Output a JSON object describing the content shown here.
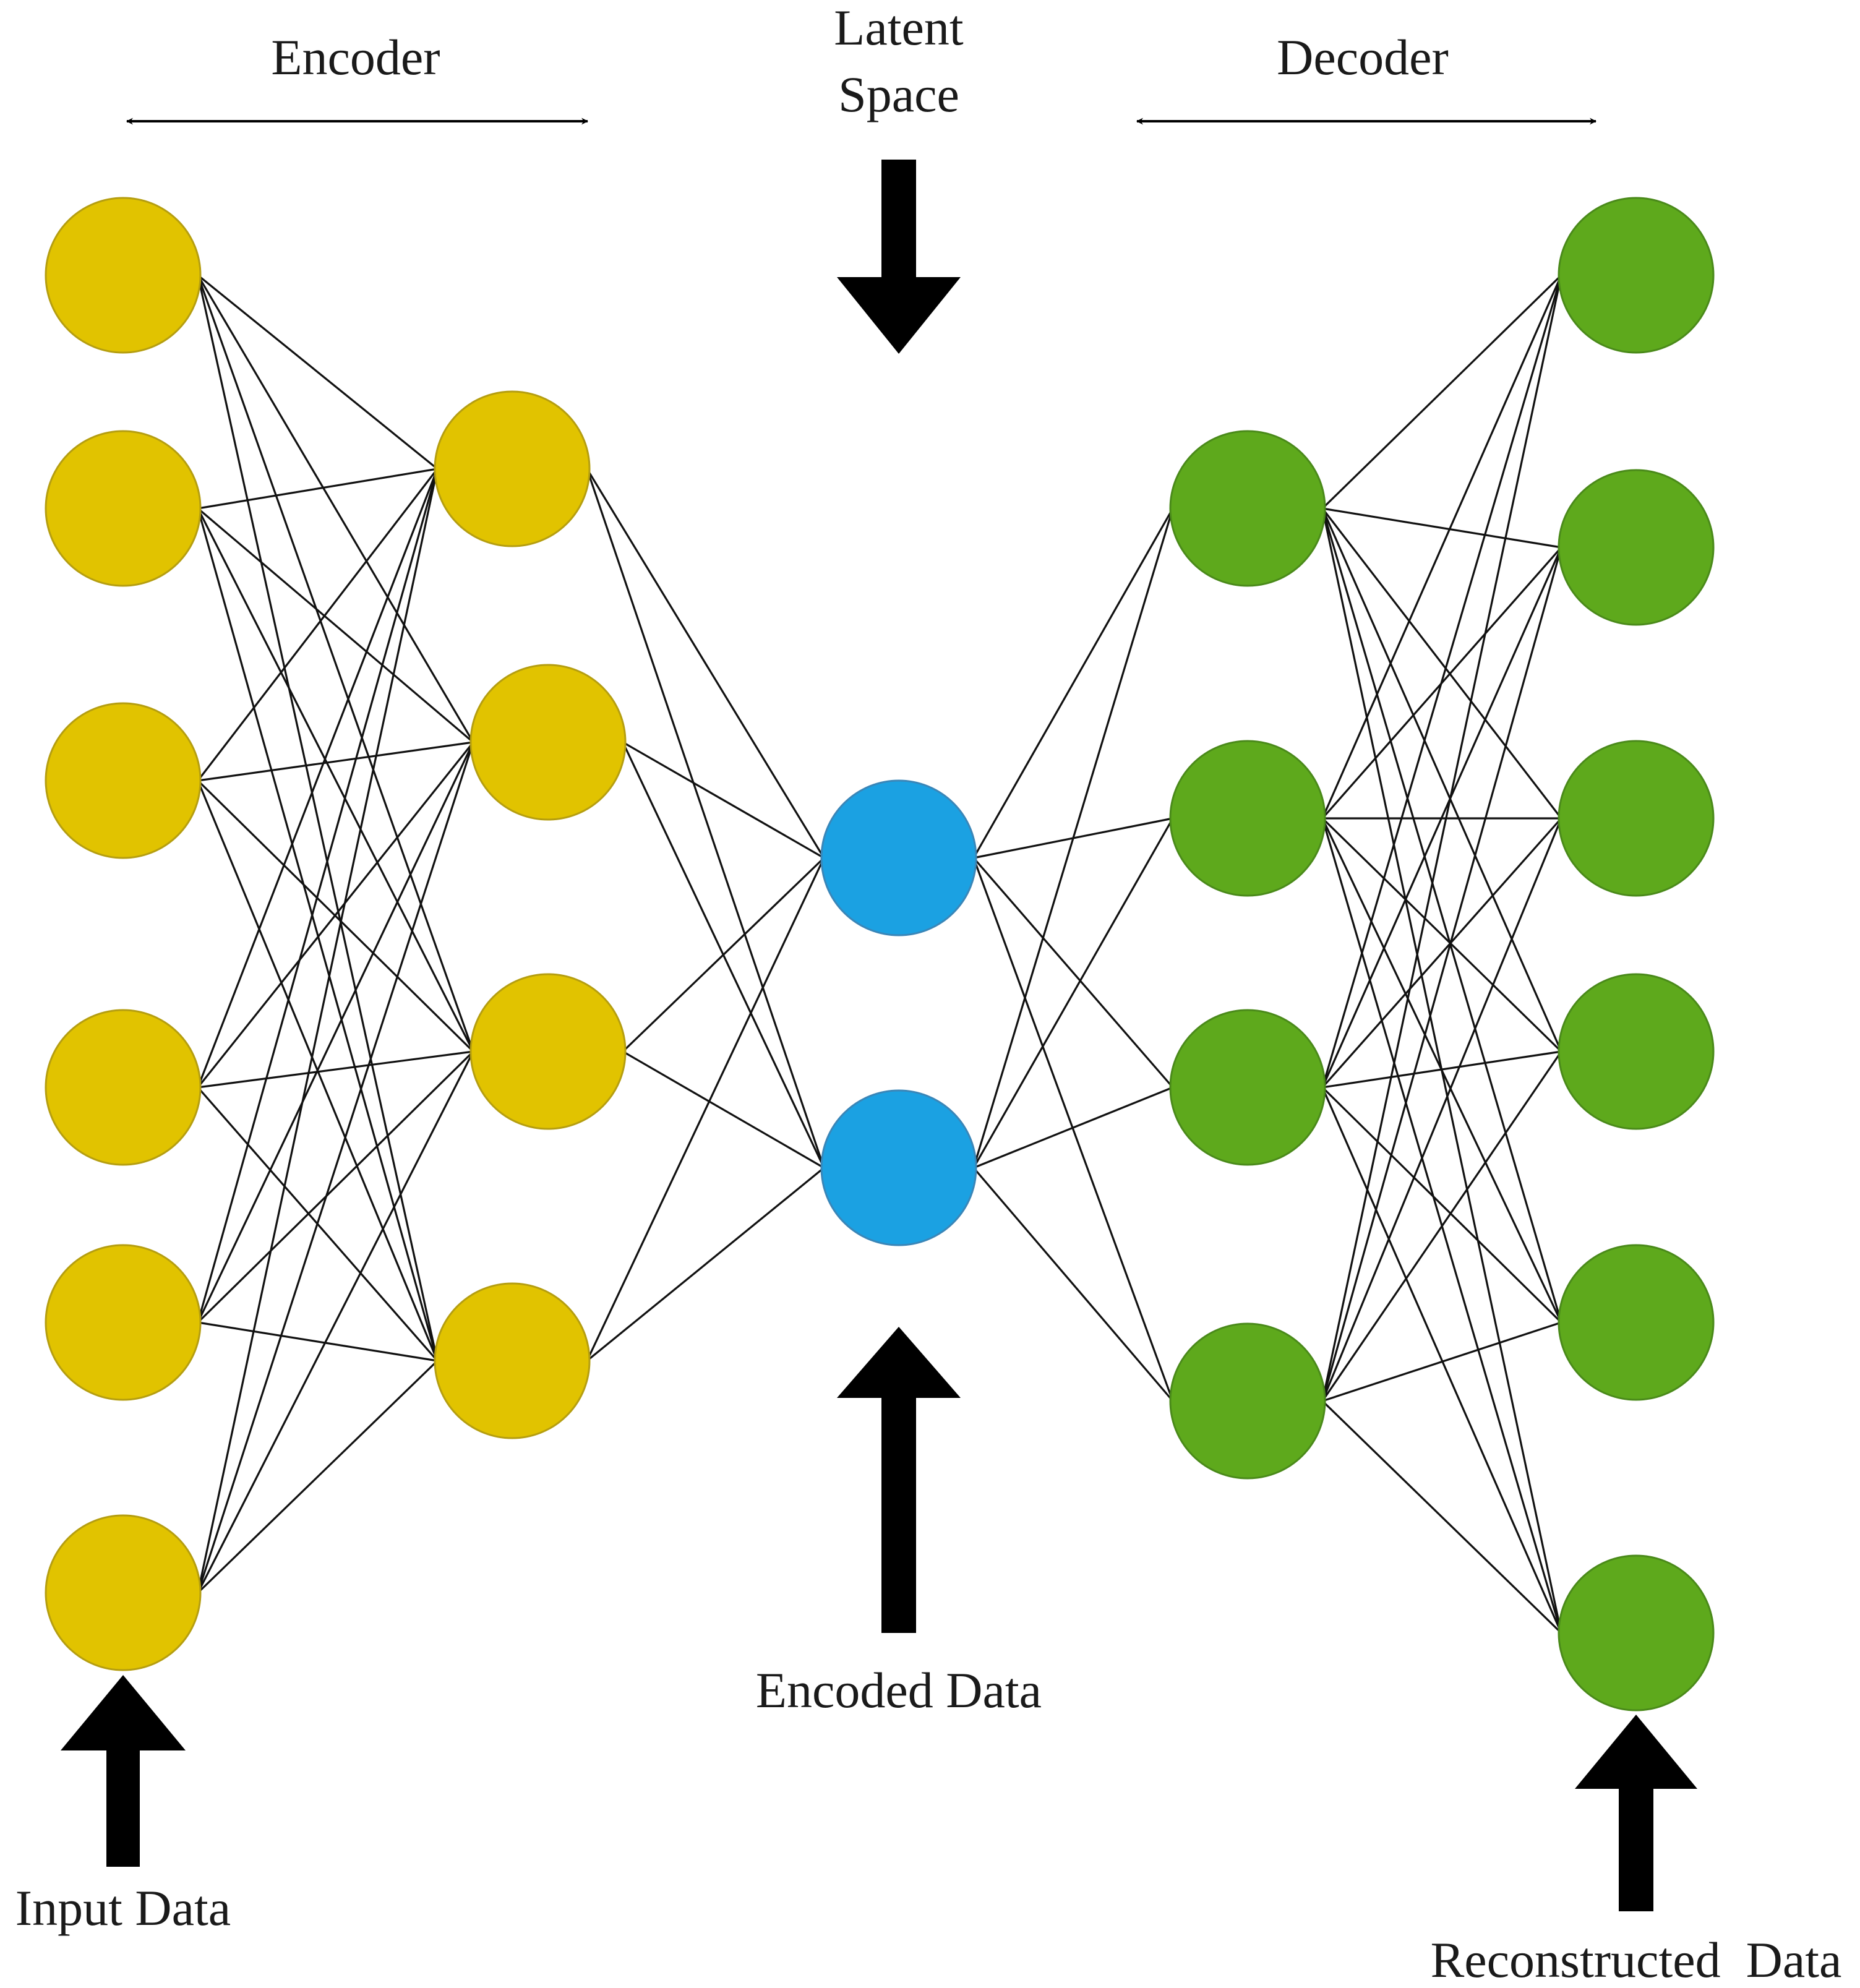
{
  "labels": {
    "encoder": "Encoder",
    "latent_line1": "Latent",
    "latent_line2": "Space",
    "decoder": "Decoder",
    "encoded_data": "Encoded Data",
    "input_data": "Input Data",
    "reconstructed_data": "Reconstructed  Data"
  },
  "colors": {
    "encoder_node": "#E1C300",
    "encoder_stroke": "#B59E10",
    "latent_node": "#1BA1E2",
    "latent_stroke": "#3A86B8",
    "decoder_node": "#5EA91C",
    "decoder_stroke": "#4A8A1A",
    "edge": "#111111",
    "arrow": "#000000"
  },
  "network": {
    "layers": [
      {
        "name": "input",
        "nodes": 6,
        "color": "encoder"
      },
      {
        "name": "encoder-hidden",
        "nodes": 4,
        "color": "encoder"
      },
      {
        "name": "latent",
        "nodes": 2,
        "color": "latent"
      },
      {
        "name": "decoder-hidden",
        "nodes": 4,
        "color": "decoder"
      },
      {
        "name": "output",
        "nodes": 6,
        "color": "decoder"
      }
    ],
    "connections": "fully-connected"
  }
}
